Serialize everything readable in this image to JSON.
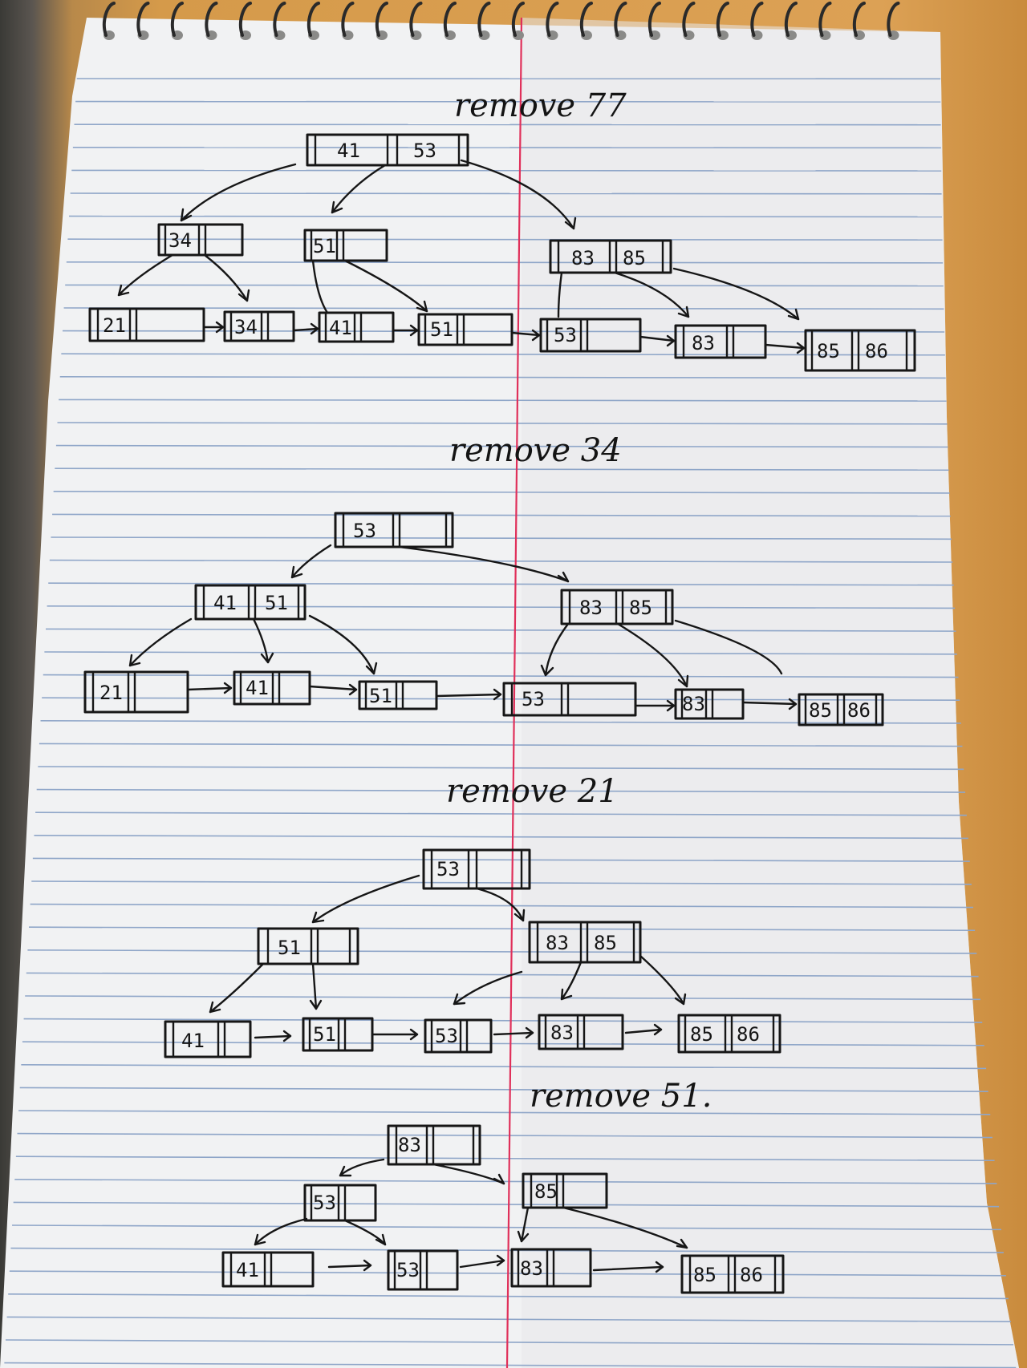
{
  "sections": [
    {
      "title": "remove 77",
      "internal_nodes": [
        [
          "41",
          "53"
        ],
        [
          "34"
        ],
        [
          "51"
        ],
        [
          "83",
          "85"
        ]
      ],
      "leaves": [
        [
          "21"
        ],
        [
          "34"
        ],
        [
          "41"
        ],
        [
          "51"
        ],
        [
          "53"
        ],
        [
          "83"
        ],
        [
          "85",
          "86"
        ]
      ]
    },
    {
      "title": "remove 34",
      "internal_nodes": [
        [
          "53"
        ],
        [
          "41",
          "51"
        ],
        [
          "83",
          "85"
        ]
      ],
      "leaves": [
        [
          "21"
        ],
        [
          "41"
        ],
        [
          "51"
        ],
        [
          "53"
        ],
        [
          "83"
        ],
        [
          "85",
          "86"
        ]
      ]
    },
    {
      "title": "remove 21",
      "internal_nodes": [
        [
          "53"
        ],
        [
          "51"
        ],
        [
          "83",
          "85"
        ]
      ],
      "leaves": [
        [
          "41"
        ],
        [
          "51"
        ],
        [
          "53"
        ],
        [
          "83"
        ],
        [
          "85",
          "86"
        ]
      ]
    },
    {
      "title": "remove 51.",
      "internal_nodes": [
        [
          "83"
        ],
        [
          "53"
        ],
        [
          "85"
        ]
      ],
      "leaves": [
        [
          "41"
        ],
        [
          "53"
        ],
        [
          "83"
        ],
        [
          "85",
          "86"
        ]
      ]
    }
  ],
  "colors": {
    "ink": "#161616",
    "paper": "#f2f3f4",
    "ruling": "#8fa6c8",
    "margin_line": "#e0305a"
  }
}
